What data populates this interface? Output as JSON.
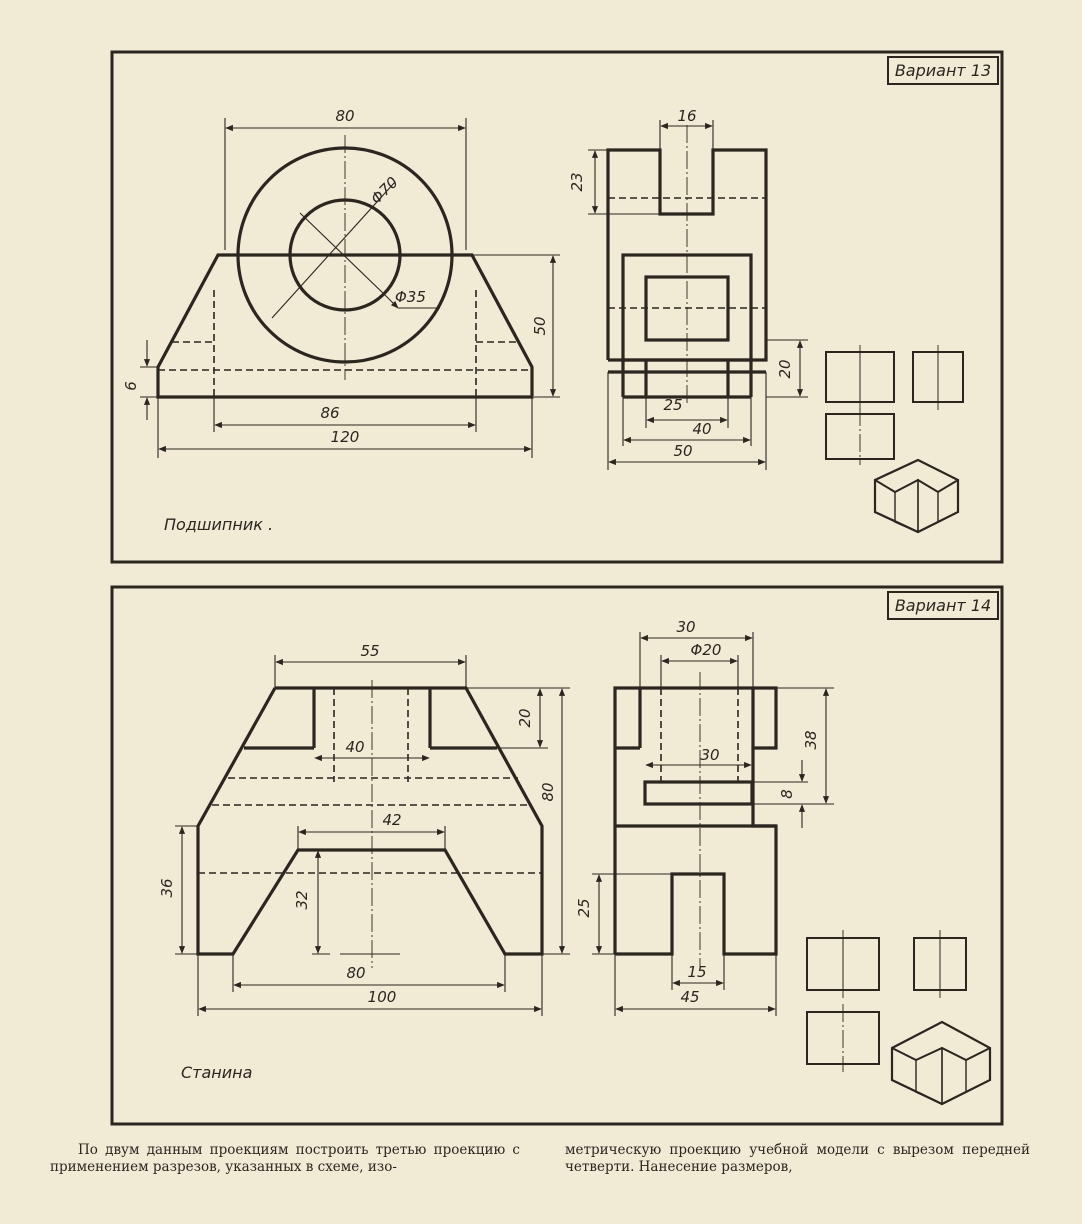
{
  "variant13": {
    "title": "Вариант 13",
    "name": "Подшипник .",
    "dims": {
      "d80": "80",
      "d16": "16",
      "d23": "23",
      "phi70": "Φ70",
      "phi35": "Φ35",
      "d50v": "50",
      "d6": "6",
      "d86": "86",
      "d120": "120",
      "d20": "20",
      "d25": "25",
      "d40": "40",
      "d50h": "50"
    }
  },
  "variant14": {
    "title": "Вариант 14",
    "name": "Станина",
    "dims": {
      "d55": "55",
      "d40": "40",
      "d20": "20",
      "d80v": "80",
      "d42": "42",
      "d36": "36",
      "d32": "32",
      "d80h": "80",
      "d100": "100",
      "d30a": "30",
      "phi20": "Φ20",
      "d30b": "30",
      "d38": "38",
      "d8": "8",
      "d25": "25",
      "d15": "15",
      "d45": "45"
    }
  },
  "caption": {
    "left": "По двум данным проекциям построить третью проекцию с применением разрезов, указанных в схеме, изо-",
    "right": "метрическую проекцию учебной модели с вырезом передней четверти. Нанесение размеров,"
  }
}
